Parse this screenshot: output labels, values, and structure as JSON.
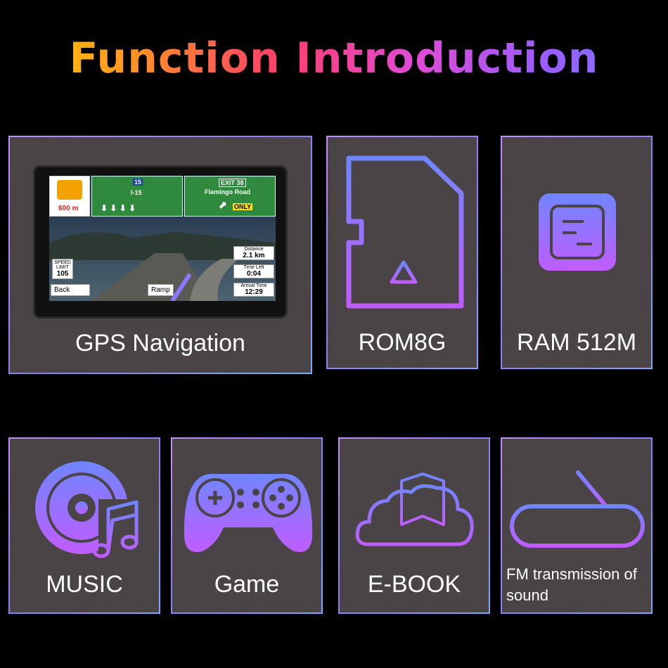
{
  "title": "Function Introduction",
  "features": [
    {
      "label": "GPS Navigation",
      "icon": "gps-device-icon"
    },
    {
      "label": "ROM8G",
      "icon": "sd-card-icon"
    },
    {
      "label": "RAM 512M",
      "icon": "chip-icon"
    },
    {
      "label": "MUSIC",
      "icon": "music-disc-icon"
    },
    {
      "label": "Game",
      "icon": "gamepad-icon"
    },
    {
      "label": "E-BOOK",
      "icon": "ebook-icon"
    },
    {
      "label": "FM transmission of sound",
      "icon": "radio-icon"
    }
  ],
  "gps_screen": {
    "highway": "I-15",
    "highway_num": "15",
    "exit": "EXIT 38",
    "exit_name": "Flamingo Road",
    "only": "ONLY",
    "distance_to_turn": "600 m",
    "speed_limit_label": "SPEED LIMIT",
    "speed_limit": "105",
    "distance_label": "Distance",
    "distance": "2.1 km",
    "time_left_label": "Time Left",
    "time_left": "0:04",
    "arrival_label": "Arrival Time",
    "arrival": "12:29",
    "back": "Back",
    "ramp": "Ramp"
  },
  "colors": {
    "card_bg": "#4a4446",
    "border_start": "#c48cff",
    "border_end": "#7ea8ff",
    "icon_start": "#b25cff",
    "icon_end": "#6f86ff"
  }
}
